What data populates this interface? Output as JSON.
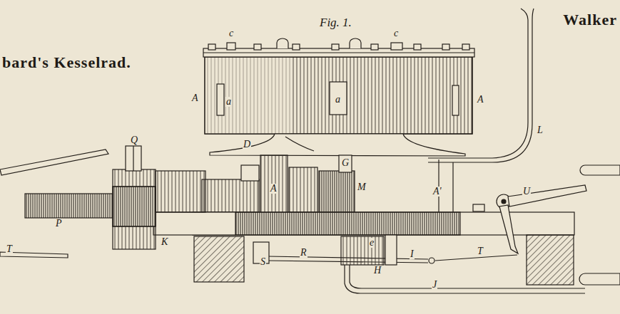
{
  "diagram": {
    "labels": [
      "bard's Kesselrad.",
      "Fig. 1.",
      "Walker",
      "c",
      "c",
      "A",
      "a",
      "a",
      "A",
      "D",
      "L",
      "Q",
      "A",
      "G",
      "M",
      "A'",
      "U",
      "P",
      "K",
      "T",
      "R",
      "S",
      "e",
      "I",
      "T",
      "H",
      "J"
    ]
  }
}
